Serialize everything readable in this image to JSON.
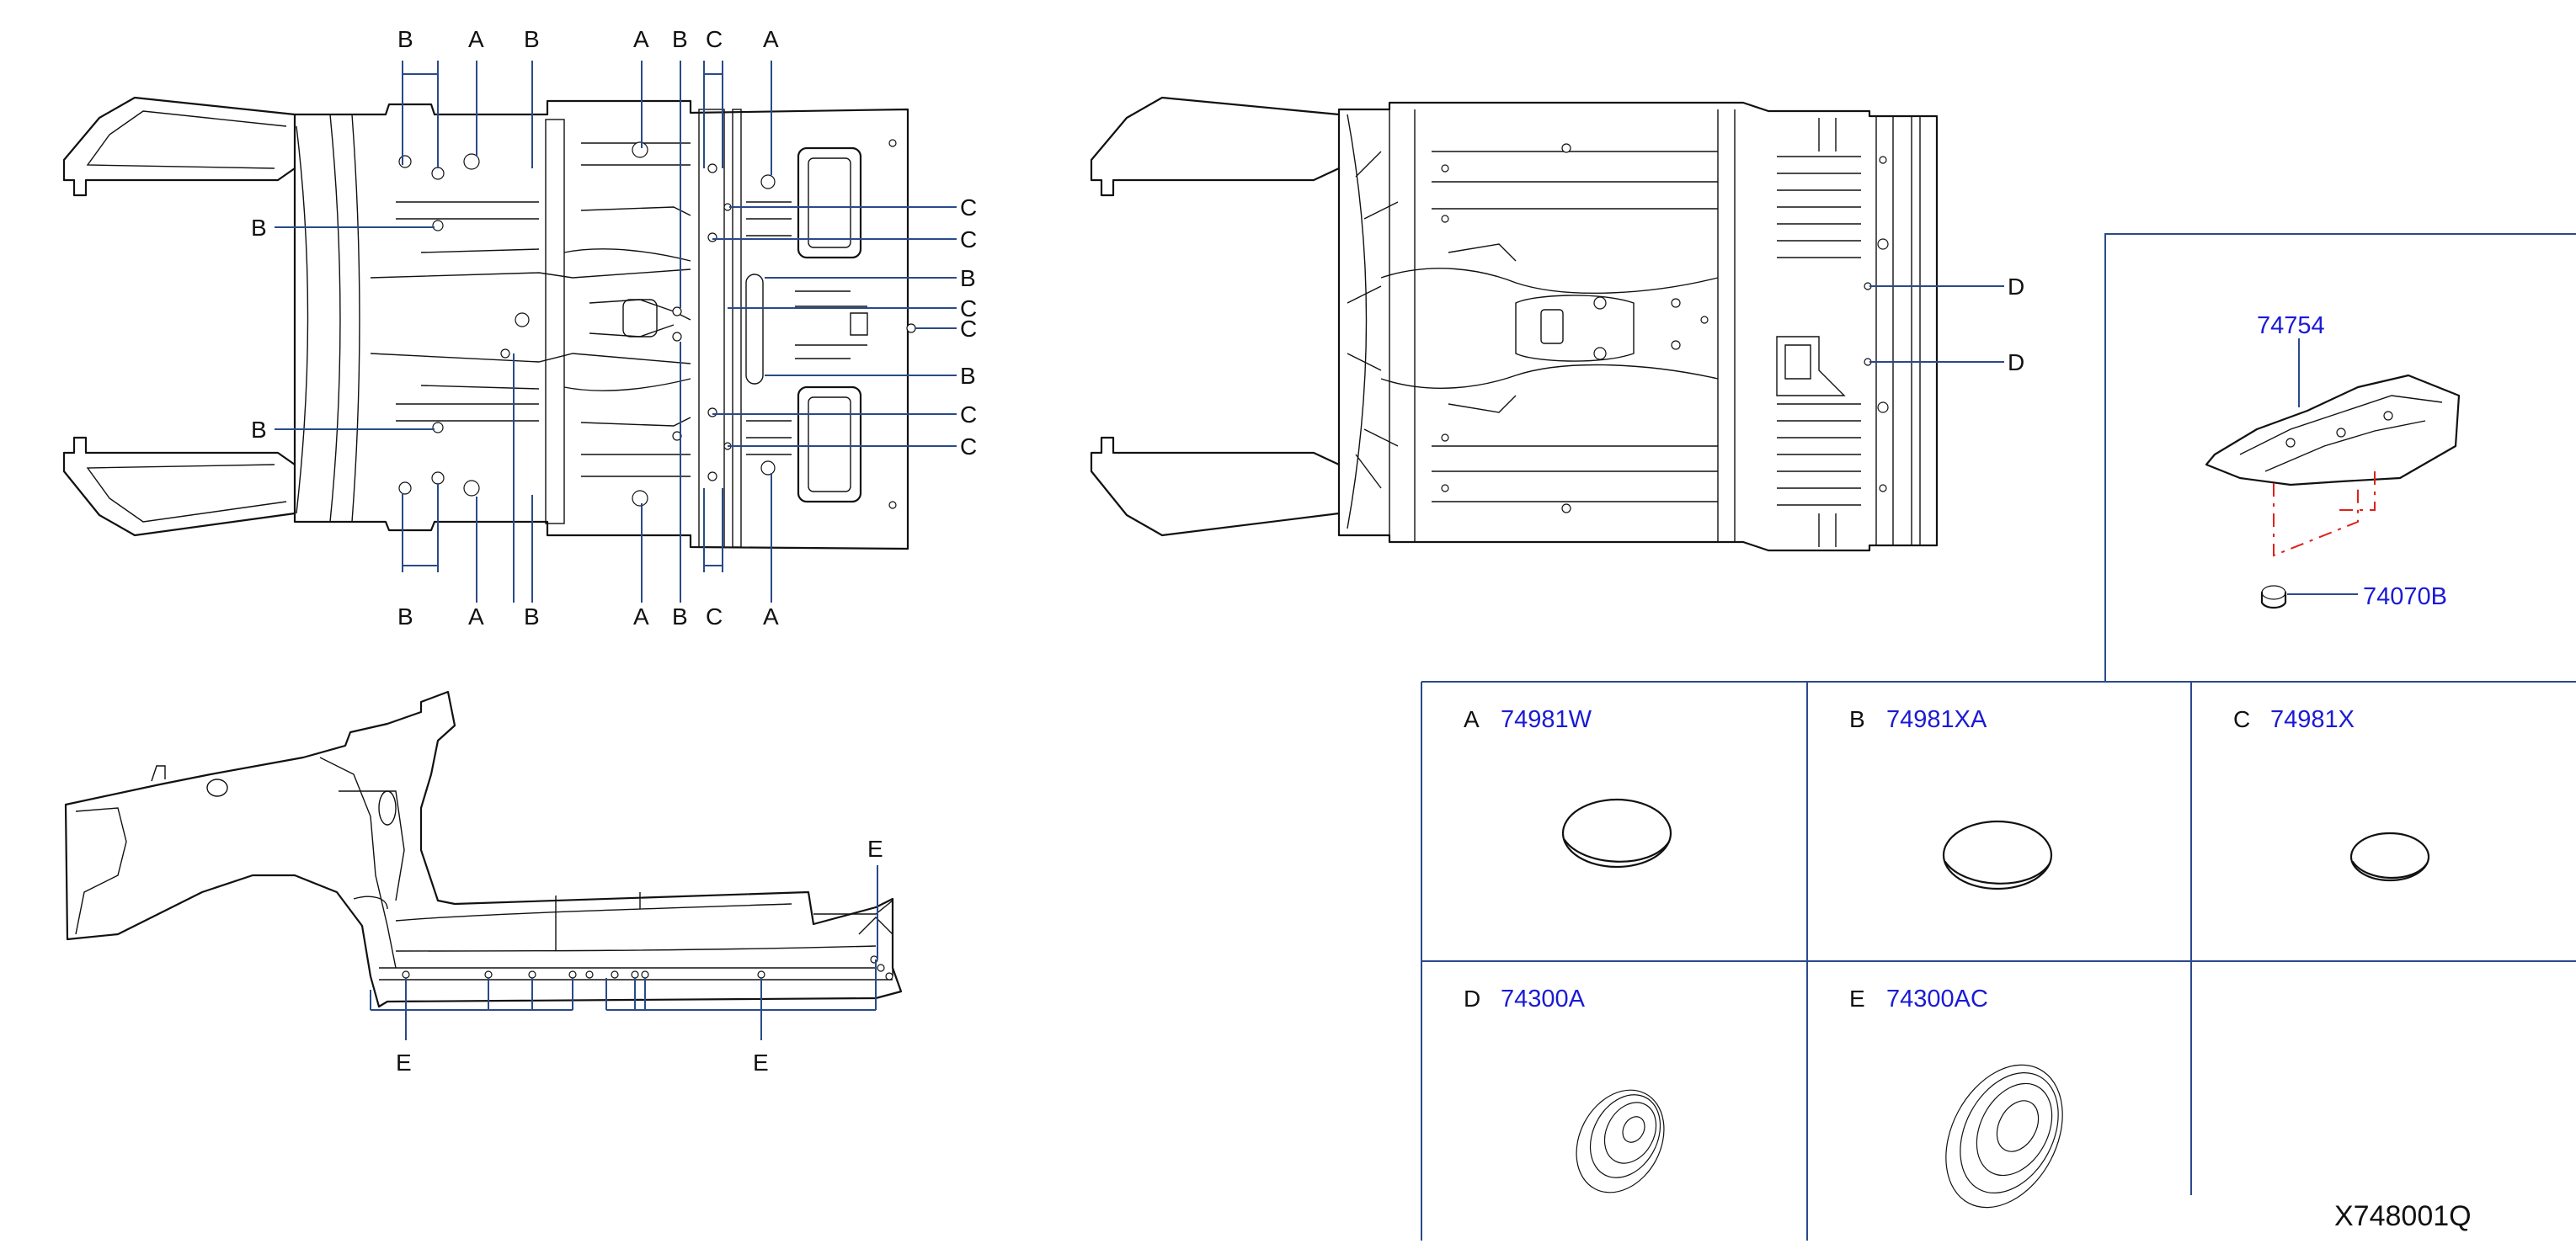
{
  "callouts": {
    "top_left_top": [
      "B",
      "A",
      "B",
      "A",
      "B",
      "C",
      "A"
    ],
    "top_left_bottom": [
      "B",
      "A",
      "B",
      "A",
      "B",
      "C",
      "A"
    ],
    "top_left_left": [
      "B",
      "B"
    ],
    "top_left_right": [
      "C",
      "C",
      "B",
      "C",
      "C",
      "B",
      "C",
      "C"
    ],
    "top_middle_right": [
      "D",
      "D"
    ],
    "side_view": [
      "E",
      "E",
      "E"
    ]
  },
  "parts": {
    "shield_part": "74754",
    "nut_part": "74070B"
  },
  "legend": [
    {
      "letter": "A",
      "part": "74981W",
      "shape": "plug-oval-large"
    },
    {
      "letter": "B",
      "part": "74981XA",
      "shape": "plug-oval-large"
    },
    {
      "letter": "C",
      "part": "74981X",
      "shape": "plug-oval-small"
    },
    {
      "letter": "D",
      "part": "74300A",
      "shape": "grommet-small"
    },
    {
      "letter": "E",
      "part": "74300AC",
      "shape": "grommet-large"
    }
  ],
  "diagram_code": "X748001Q",
  "colors": {
    "line": "#111111",
    "leader": "#2a4a8a",
    "part_number": "#1a1ad6",
    "bracket_dash": "#e0201a"
  }
}
